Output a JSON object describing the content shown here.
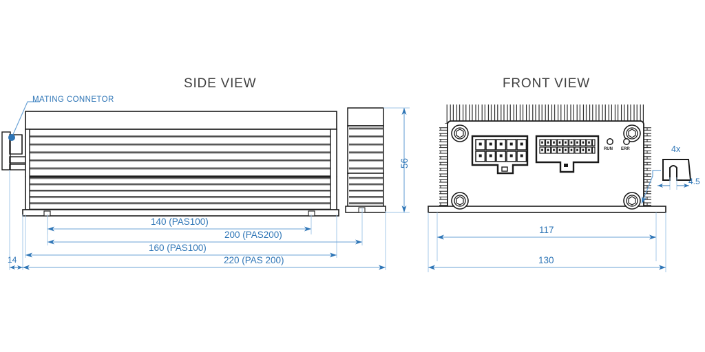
{
  "drawing": {
    "titles": {
      "side_view": "SIDE VIEW",
      "front_view": "FRONT VIEW"
    },
    "annotations": {
      "mating_connector": "MATING CONNETOR",
      "four_x": "4x"
    },
    "side_view_dimensions": [
      {
        "id": "dim-140",
        "label": "140 (PAS100)"
      },
      {
        "id": "dim-200",
        "label": "200 (PAS200)"
      },
      {
        "id": "dim-160",
        "label": "160 (PAS100)"
      },
      {
        "id": "dim-220",
        "label": "220 (PAS 200)"
      },
      {
        "id": "dim-14",
        "label": "14"
      },
      {
        "id": "dim-56",
        "label": "56"
      }
    ],
    "front_view_dimensions": [
      {
        "id": "dim-117",
        "label": "117"
      },
      {
        "id": "dim-130",
        "label": "130"
      },
      {
        "id": "dim-45",
        "label": "4.5"
      }
    ],
    "leds": [
      {
        "id": "led-run",
        "label": "RUN"
      },
      {
        "id": "led-err",
        "label": "ERR"
      }
    ],
    "connectors": [
      {
        "id": "connector-10pin",
        "columns": 5,
        "rows": 2,
        "pins": 10
      },
      {
        "id": "connector-20pin",
        "columns": 10,
        "rows": 2,
        "pins": 20
      }
    ],
    "colors": {
      "dimension": "#2e75b6",
      "dimension_light": "#9dc3e6",
      "outline": "#1a1a1a",
      "fin": "#5a5a5a",
      "title": "#3f3f3f",
      "background": "#ffffff"
    }
  }
}
